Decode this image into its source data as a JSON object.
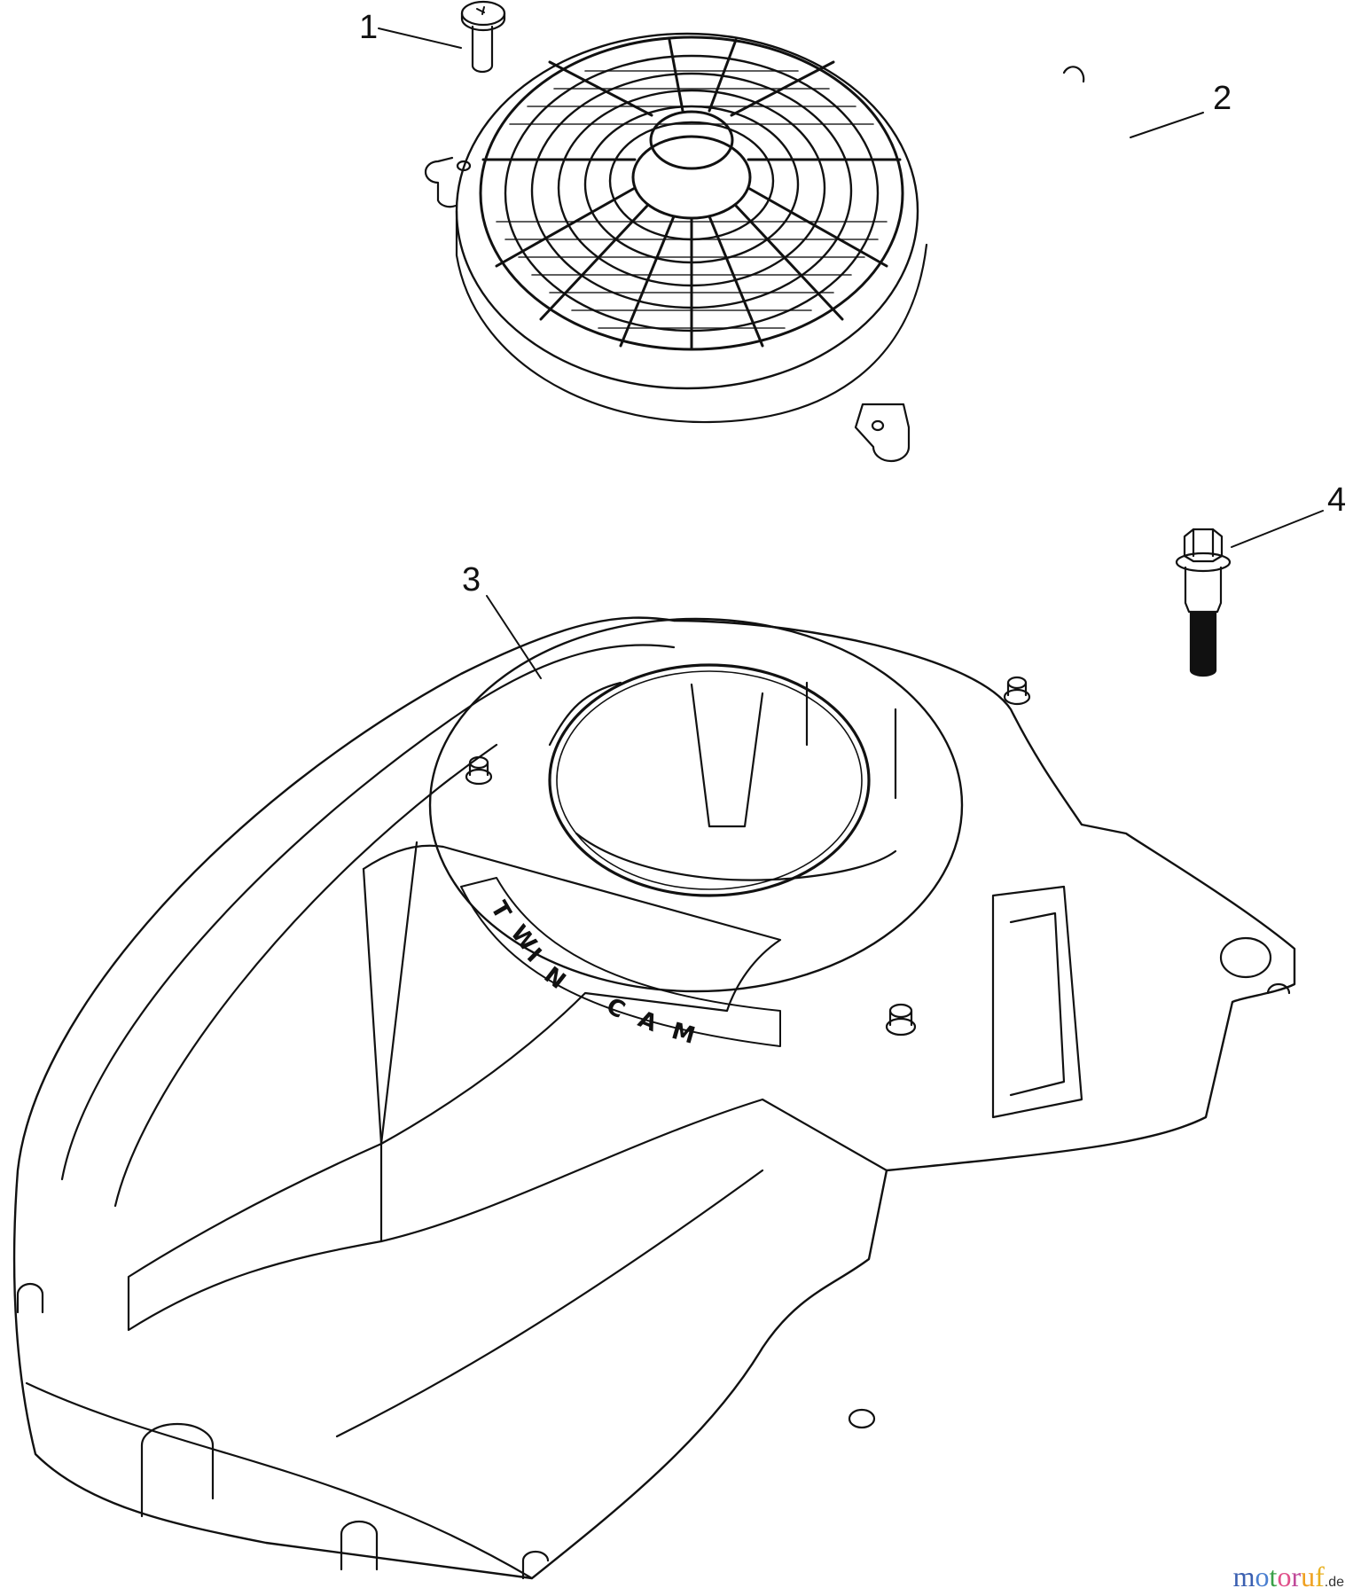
{
  "diagram": {
    "type": "exploded-parts-diagram",
    "parts": [
      {
        "callout": "1",
        "description": "screw (pan head, cross-recess)"
      },
      {
        "callout": "2",
        "description": "rotating screen / fan grille cover"
      },
      {
        "callout": "3",
        "description": "blower housing / fan shroud"
      },
      {
        "callout": "4",
        "description": "flange bolt (hex head)"
      }
    ],
    "embossed_text": {
      "letters": [
        "T",
        "W",
        "I",
        "N",
        "C",
        "A",
        "M"
      ],
      "full": "TWIN CAM"
    }
  },
  "watermark": {
    "letters": [
      {
        "ch": "m",
        "color": "#3a5fb0"
      },
      {
        "ch": "o",
        "color": "#4a7fd0"
      },
      {
        "ch": "t",
        "color": "#3aa048"
      },
      {
        "ch": "o",
        "color": "#e0508a"
      },
      {
        "ch": "r",
        "color": "#c04a9a"
      },
      {
        "ch": "u",
        "color": "#f0a020"
      },
      {
        "ch": "f",
        "color": "#e8b020"
      }
    ],
    "tld": ".de"
  },
  "colors": {
    "line": "#111111",
    "background": "#ffffff"
  }
}
